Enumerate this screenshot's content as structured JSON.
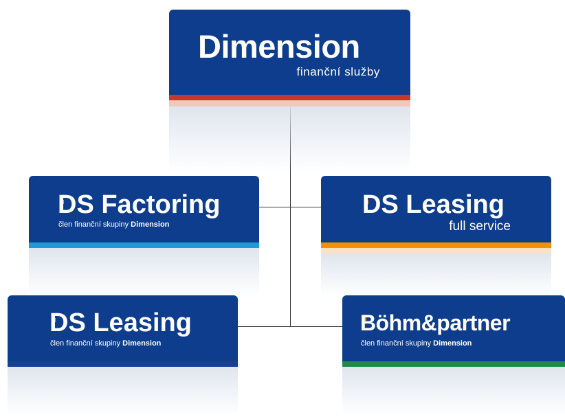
{
  "main": {
    "name": "Dimension",
    "tagline": "finanční služby",
    "accent": "#c8372d"
  },
  "companies": [
    {
      "name": "DS Factoring",
      "sub_prefix": "člen finanční skupiny ",
      "sub_brand": "Dimension",
      "accent": "#1e9ad6"
    },
    {
      "name": "DS Leasing",
      "tagline": "full service",
      "accent": "#f39200"
    },
    {
      "name": "DS Leasing",
      "sub_prefix": "člen finanční skupiny ",
      "sub_brand": "Dimension",
      "accent": "#163f95"
    },
    {
      "name": "Böhm&partner",
      "sub_prefix": "člen finanční skupiny ",
      "sub_brand": "Dimension",
      "accent": "#1f8a4c"
    }
  ],
  "colors": {
    "card_bg": "#0d3d8c",
    "logo_dot": "#f39200",
    "connector": "#333333"
  }
}
